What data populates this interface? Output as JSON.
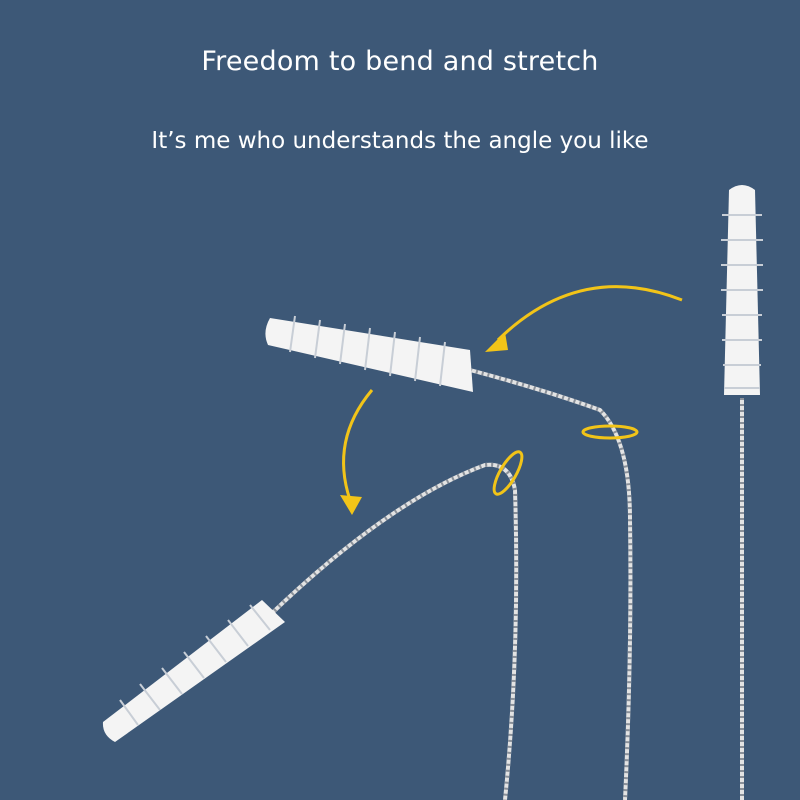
{
  "header": {
    "title": "Freedom to bend and stretch",
    "subtitle": "It’s me who understands the angle you like"
  },
  "colors": {
    "background": "#3d5877",
    "text": "#ffffff",
    "arrow": "#f2c418",
    "bristle": "#f4f4f4",
    "wire": "#d6d6d6"
  },
  "icons": [
    "curved-arrow-icon",
    "ring-marker-icon",
    "pipe-cleaner-brush"
  ]
}
